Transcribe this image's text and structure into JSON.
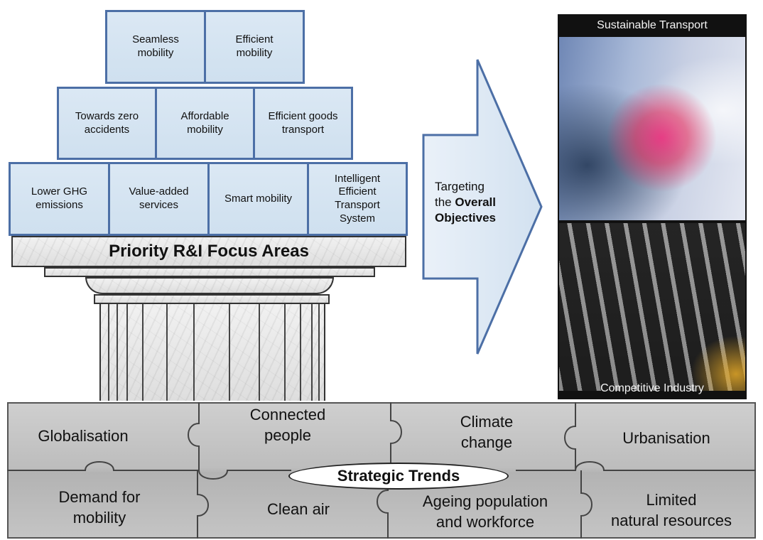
{
  "focus_areas": {
    "row_top": [
      "Seamless\nmobility",
      "Efficient\nmobility"
    ],
    "row_middle": [
      "Towards zero\naccidents",
      "Affordable\nmobility",
      "Efficient goods\ntransport"
    ],
    "row_bottom": [
      "Lower GHG\nemissions",
      "Value-added\nservices",
      "Smart mobility",
      "Intelligent\nEfficient\nTransport\nSystem"
    ],
    "capital_label": "Priority R&I Focus Areas"
  },
  "arrow": {
    "line1": "Targeting",
    "line2_prefix": "the ",
    "line2_bold": "Overall",
    "line3_bold": "Objectives"
  },
  "photos": {
    "top_title": "Sustainable Transport",
    "bottom_title": "Competitive Industry"
  },
  "trends": {
    "center_label": "Strategic Trends",
    "pieces": [
      "Globalisation",
      "Connected\npeople",
      "Climate\nchange",
      "Urbanisation",
      "Demand for\nmobility",
      "Clean air",
      "Ageing population\nand workforce",
      "Limited\nnatural resources"
    ]
  },
  "colors": {
    "box_fill": "#d5e4f1",
    "box_border": "#4c6fa6",
    "arrow_fill": "#dde9f5"
  }
}
